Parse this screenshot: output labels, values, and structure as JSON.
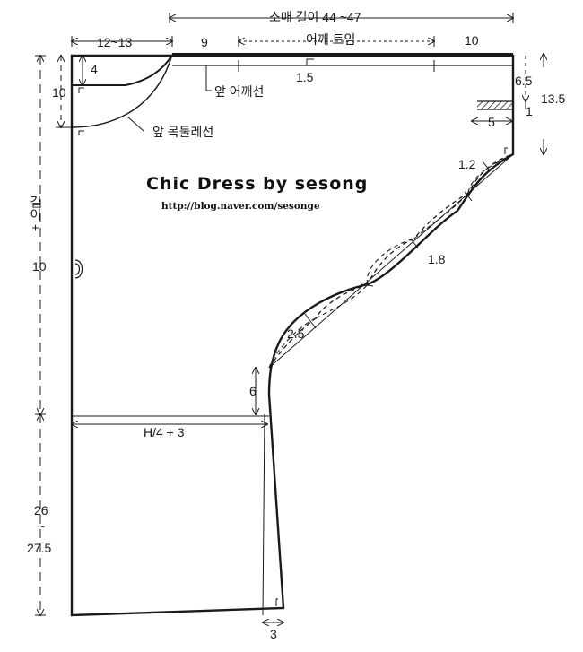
{
  "title": {
    "brand": "Chic Dress by sesong",
    "url": "http://blog.naver.com/sesonge"
  },
  "labels": {
    "sleeve_length": "소매 길이  44 ~47",
    "shoulder_opening": "어깨 트임",
    "neck_width": "12~13",
    "shoulder_left": "9",
    "shoulder_right": "10",
    "neck_drop_small": "4",
    "neck_drop": "10",
    "shoulder_line": "앞 어깨선",
    "shoulder_offset": "1.5",
    "neckline": "앞 목둘레선",
    "cuff_height": "6.5",
    "cuff_total": "13.5",
    "cuff_gap": "1",
    "cuff_width": "5",
    "curve_1": "1.2",
    "curve_2": "1.8",
    "curve_3": "2.5",
    "side_rise": "6",
    "body_length_vertical": "길이 + ",
    "body_length_extra": "10",
    "hip_width": "H/4 + 3",
    "skirt_length_top": "26",
    "skirt_length_tilde": "~",
    "skirt_length_bottom": "27.5",
    "hem_flare": "3"
  },
  "colors": {
    "ink": "#1a1a1a",
    "paper": "#ffffff"
  }
}
